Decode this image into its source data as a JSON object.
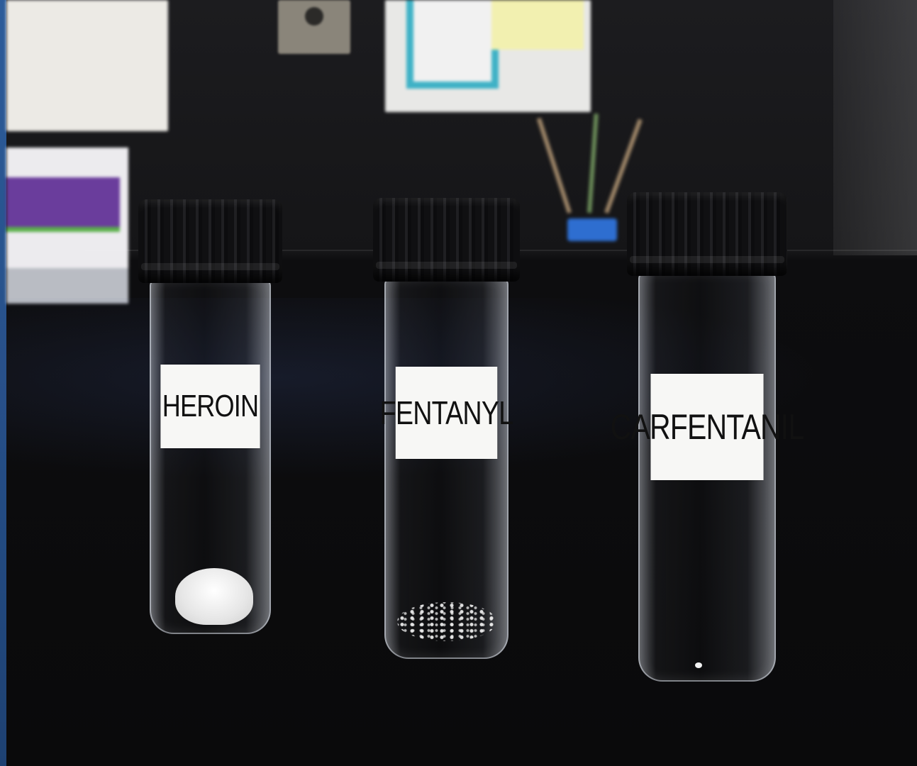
{
  "scene": {
    "description_colors": {
      "background": "#0b0b0c",
      "cap": "#101012",
      "label": "#f7f7f5",
      "accent_blue": "#2e6ed0",
      "accent_purple": "#6a3d9c"
    }
  },
  "vials": [
    {
      "label": "HEROIN",
      "contents": "powder"
    },
    {
      "label": "FENTANYL",
      "contents": "grains"
    },
    {
      "label": "CARFENTANIL",
      "contents": "speck"
    }
  ]
}
